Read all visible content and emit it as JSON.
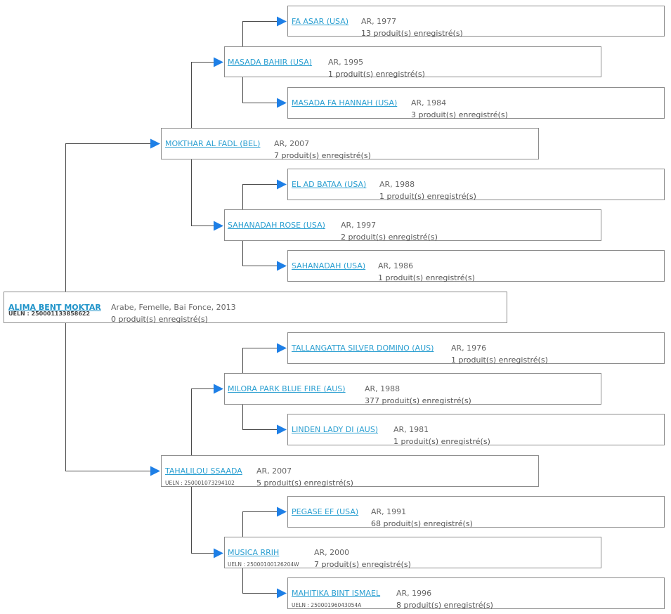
{
  "colors": {
    "link": "#2b9fd1",
    "border": "#8c8c8c",
    "connector": "#4a4a4a",
    "arrow": "#1e7fe6"
  },
  "horses": [
    {
      "id": "root",
      "name": "ALIMA BENT MOKTAR",
      "ueln": "UELN : 250001133858622",
      "meta": "Arabe, Femelle, Bai Fonce, 2013",
      "products": "0 produit(s) enregistré(s)"
    },
    {
      "id": "sire",
      "name": "MOKTHAR AL FADL (BEL)",
      "meta": "AR, 2007",
      "products": "7 produit(s) enregistré(s)"
    },
    {
      "id": "sire_sire",
      "name": "MASADA BAHIR (USA)",
      "meta": "AR, 1995",
      "products": "1 produit(s) enregistré(s)"
    },
    {
      "id": "sire_sire_sire",
      "name": "FA ASAR (USA)",
      "meta": "AR, 1977",
      "products": "13 produit(s) enregistré(s)"
    },
    {
      "id": "sire_sire_dam",
      "name": "MASADA FA HANNAH (USA)",
      "meta": "AR, 1984",
      "products": "3 produit(s) enregistré(s)"
    },
    {
      "id": "sire_dam",
      "name": "SAHANADAH ROSE (USA)",
      "meta": "AR, 1997",
      "products": "2 produit(s) enregistré(s)"
    },
    {
      "id": "sire_dam_sire",
      "name": "EL AD BATAA (USA)",
      "meta": "AR, 1988",
      "products": "1 produit(s) enregistré(s)"
    },
    {
      "id": "sire_dam_dam",
      "name": "SAHANADAH (USA)",
      "meta": "AR, 1986",
      "products": "1 produit(s) enregistré(s)"
    },
    {
      "id": "dam",
      "name": "TAHALILOU SSAADA",
      "ueln": "UELN : 250001073294102",
      "meta": "AR, 2007",
      "products": "5 produit(s) enregistré(s)"
    },
    {
      "id": "dam_sire",
      "name": "MILORA PARK BLUE FIRE (AUS)",
      "meta": "AR, 1988",
      "products": "377 produit(s) enregistré(s)"
    },
    {
      "id": "dam_sire_sire",
      "name": "TALLANGATTA SILVER DOMINO (AUS)",
      "meta": "AR, 1976",
      "products": "1 produit(s) enregistré(s)"
    },
    {
      "id": "dam_sire_dam",
      "name": "LINDEN LADY DI (AUS)",
      "meta": "AR, 1981",
      "products": "1 produit(s) enregistré(s)"
    },
    {
      "id": "dam_dam",
      "name": "MUSICA RRIH",
      "ueln": "UELN : 25000100126204W",
      "meta": "AR, 2000",
      "products": "7 produit(s) enregistré(s)"
    },
    {
      "id": "dam_dam_sire",
      "name": "PEGASE EF (USA)",
      "meta": "AR, 1991",
      "products": "68 produit(s) enregistré(s)"
    },
    {
      "id": "dam_dam_dam",
      "name": "MAHITIKA BINT ISMAEL",
      "ueln": "UELN : 25000196043054A",
      "meta": "AR, 1996",
      "products": "8 produit(s) enregistré(s)"
    }
  ]
}
